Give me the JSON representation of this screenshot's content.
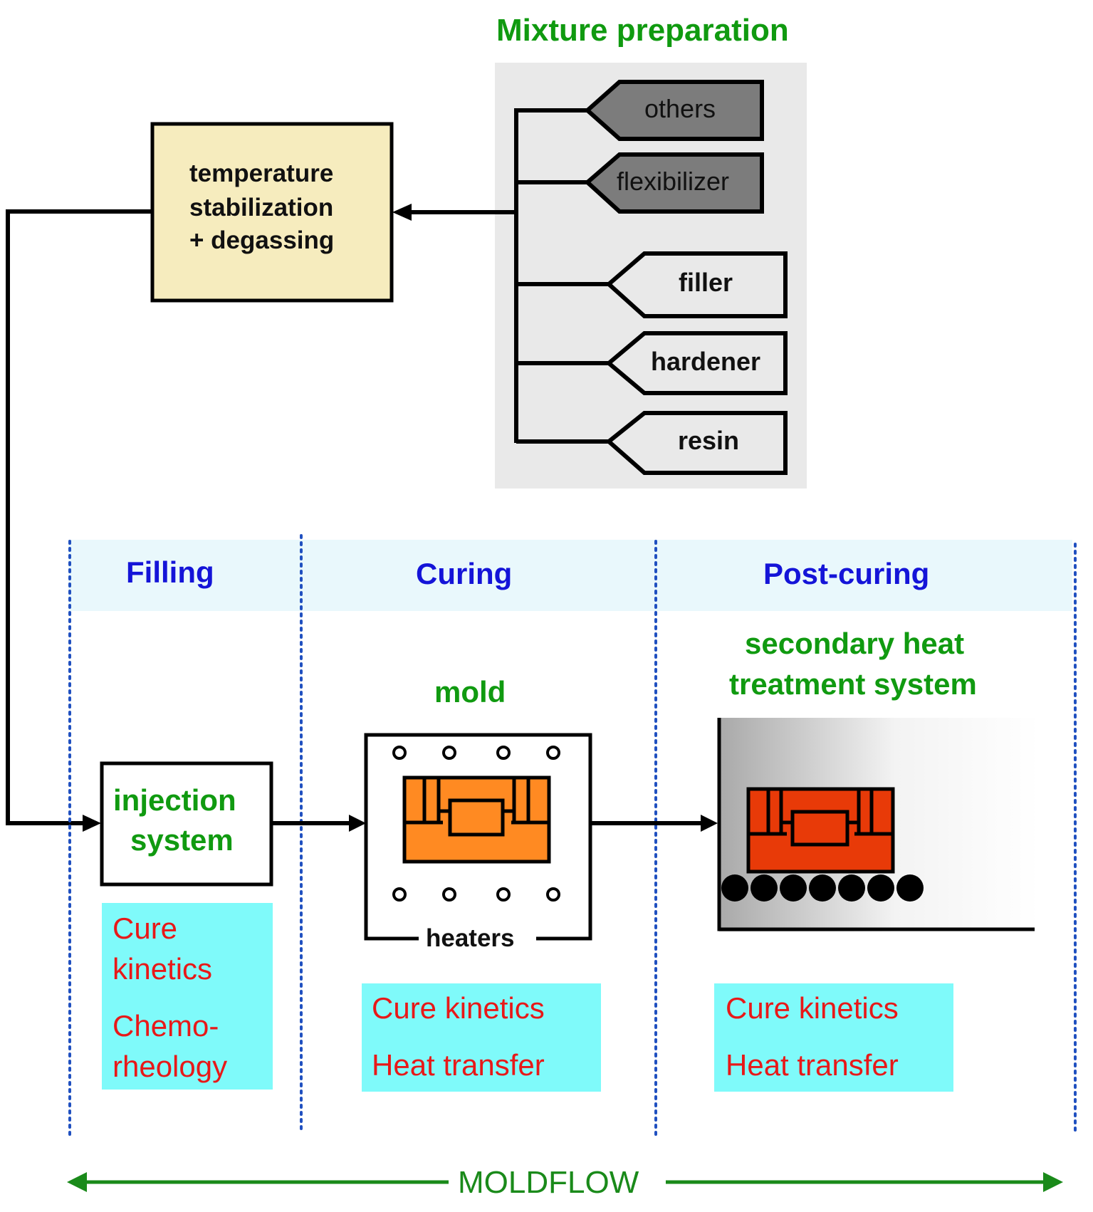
{
  "mixture": {
    "title": "Mixture preparation",
    "components": [
      {
        "label": "others",
        "style": "dark"
      },
      {
        "label": "flexibilizer",
        "style": "dark"
      },
      {
        "label": "filler",
        "style": "light"
      },
      {
        "label": "hardener",
        "style": "light"
      },
      {
        "label": "resin",
        "style": "light"
      }
    ]
  },
  "stabilization": {
    "lines": [
      "temperature",
      "stabilization",
      "+ degassing"
    ]
  },
  "stages": [
    {
      "label": "Filling"
    },
    {
      "label": "Curing"
    },
    {
      "label": "Post-curing"
    }
  ],
  "injection": {
    "lines": [
      "injection",
      "system"
    ],
    "models": [
      "Cure",
      "kinetics",
      "Chemo-",
      "rheology"
    ]
  },
  "mold": {
    "title": "mold",
    "heaters_label": "heaters",
    "models": [
      "Cure kinetics",
      "Heat transfer"
    ]
  },
  "postcure": {
    "title_lines": [
      "secondary heat",
      "treatment system"
    ],
    "models": [
      "Cure kinetics",
      "Heat transfer"
    ]
  },
  "span": {
    "label": "MOLDFLOW"
  },
  "colors": {
    "title_green": "#109a10",
    "stage_blue": "#1414d8",
    "model_red": "#e81818",
    "model_bg": "#7ffafa",
    "mold_orange": "#ff8a22",
    "postcure_orange": "#e83a08",
    "stabilization_bg": "#f6ecbe",
    "mixture_bg": "#e9e9e9",
    "dark_component": "#7c7c7c",
    "stage_header_bg": "#e9f8fc",
    "divider_blue": "#2050c0",
    "moldflow_green": "#1a8a1a"
  }
}
